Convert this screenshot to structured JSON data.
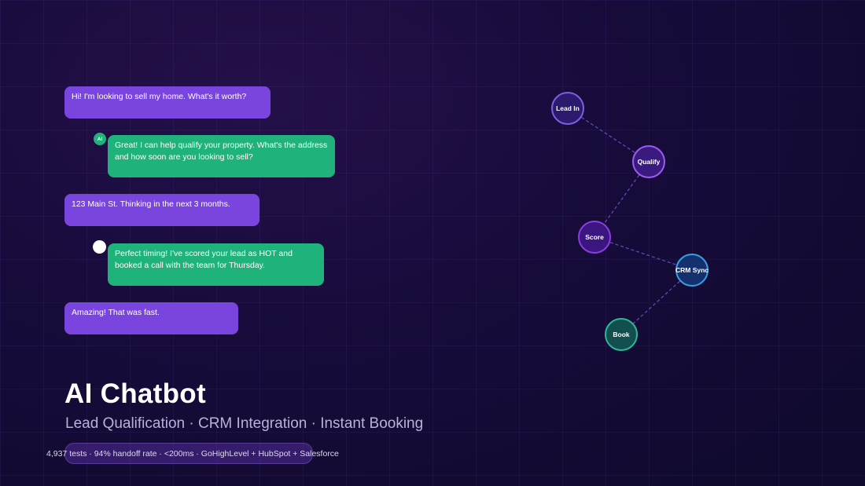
{
  "chat": [
    {
      "role": "user",
      "text": "Hi! I'm looking to sell my home. What's it worth?"
    },
    {
      "role": "bot",
      "avatar": "AI",
      "text": "Great! I can help qualify your property. What's the address and how soon are you looking to sell?"
    },
    {
      "role": "user",
      "text": "123 Main St. Thinking in the next 3 months."
    },
    {
      "role": "bot",
      "avatar": "",
      "text": "Perfect timing! I've scored your lead as HOT and booked a call with the team for Thursday."
    },
    {
      "role": "user",
      "text": "Amazing! That was fast."
    }
  ],
  "title": "AI Chatbot",
  "subtitle": "Lead Qualification · CRM Integration · Instant Booking",
  "stats": "4,937 tests · 94% handoff rate · <200ms · GoHighLevel + HubSpot + Salesforce",
  "flow": {
    "nodes": [
      {
        "id": "lead-in",
        "label": "Lead In",
        "fill": "#2c1a6e",
        "stroke": "#7b61e0"
      },
      {
        "id": "qualify",
        "label": "Qualify",
        "fill": "#3a1a7e",
        "stroke": "#9b5cf0"
      },
      {
        "id": "score",
        "label": "Score",
        "fill": "#3b1680",
        "stroke": "#8a3ee0"
      },
      {
        "id": "crm-sync",
        "label": "CRM Sync",
        "fill": "#15306e",
        "stroke": "#3a9ee0"
      },
      {
        "id": "book",
        "label": "Book",
        "fill": "#124f4e",
        "stroke": "#2bb89a"
      }
    ],
    "edge_color": "#6a55c8"
  },
  "colors": {
    "user_bubble": "#7a45de",
    "bot_bubble": "#1fb27a",
    "background": "#170b3a"
  }
}
